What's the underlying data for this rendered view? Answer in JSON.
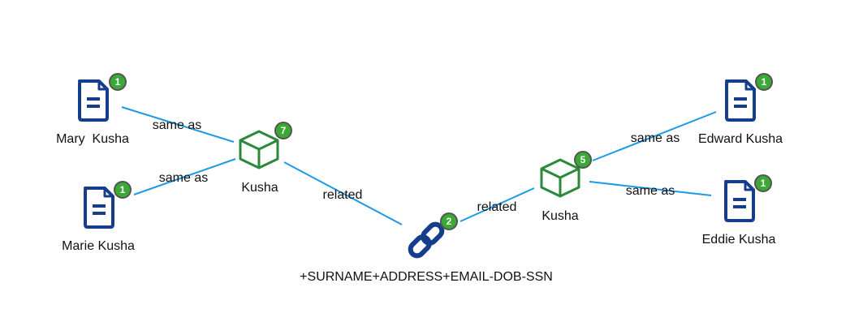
{
  "colors": {
    "edge": "#1a9ae8",
    "document": "#163d8c",
    "entity": "#2a8a3a",
    "link": "#163d8c",
    "badge": "#3aa935"
  },
  "nodes": {
    "doc_mary": {
      "label": "Mary  Kusha",
      "badge": "1",
      "icon": "document-icon"
    },
    "doc_marie": {
      "label": "Marie Kusha",
      "badge": "1",
      "icon": "document-icon"
    },
    "entity_left": {
      "label": "Kusha",
      "badge": "7",
      "icon": "cube-icon"
    },
    "link_center": {
      "label": "+SURNAME+ADDRESS+EMAIL-DOB-SSN",
      "badge": "2",
      "icon": "chain-link-icon"
    },
    "entity_right": {
      "label": "Kusha",
      "badge": "5",
      "icon": "cube-icon"
    },
    "doc_edward": {
      "label": "Edward Kusha",
      "badge": "1",
      "icon": "document-icon"
    },
    "doc_eddie": {
      "label": "Eddie Kusha",
      "badge": "1",
      "icon": "document-icon"
    }
  },
  "edges": {
    "mary_left": "same as",
    "marie_left": "same as",
    "left_link": "related",
    "link_right": "related",
    "right_edward": "same as",
    "right_eddie": "same as"
  }
}
